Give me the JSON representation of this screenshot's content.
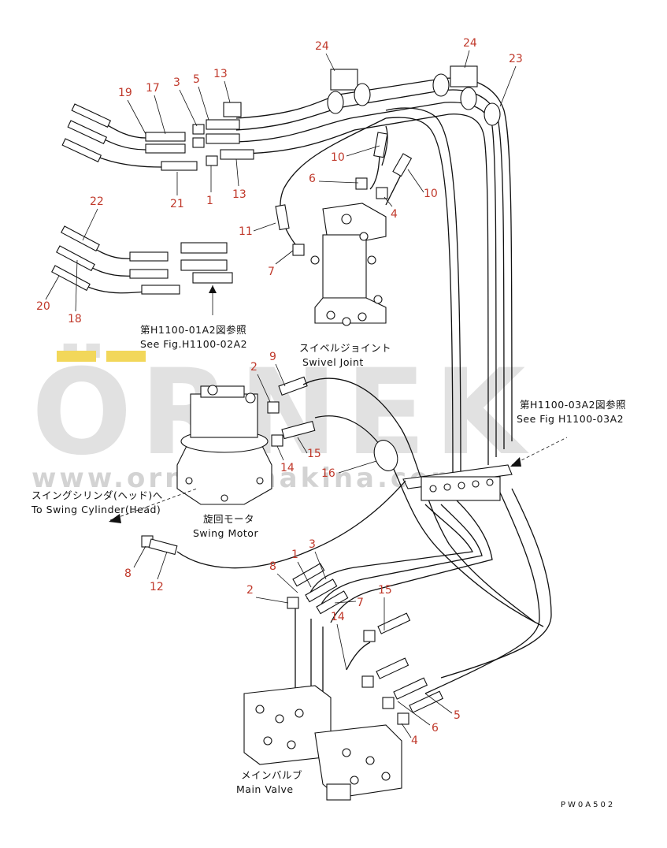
{
  "watermark": {
    "brand": "ÖRNEK",
    "url": "www.orneksmakina.com.tr",
    "accent": "#f2d75a"
  },
  "drawing_code": "PW0A502",
  "components": {
    "swivel_joint": {
      "jp": "スイベルジョイント",
      "en": "Swivel Joint"
    },
    "swing_motor": {
      "jp": "旋回モータ",
      "en": "Swing Motor"
    },
    "main_valve": {
      "jp": "メインバルブ",
      "en": "Main Valve"
    },
    "swing_cylinder": {
      "jp": "スイングシリンダ(ヘッド)へ",
      "en": "To Swing Cylinder(Head)"
    }
  },
  "refs": {
    "fig_01A2": {
      "jp": "第H1100-01A2図参照",
      "en": "See Fig.H1100-02A2"
    },
    "fig_03A2": {
      "jp": "第H1100-03A2図参照",
      "en": "See Fig H1100-03A2"
    }
  },
  "callouts": [
    "24",
    "24",
    "23",
    "19",
    "17",
    "3",
    "5",
    "13",
    "10",
    "6",
    "10",
    "4",
    "21",
    "1",
    "13",
    "22",
    "11",
    "7",
    "20",
    "18",
    "2",
    "9",
    "15",
    "14",
    "16",
    "8",
    "12",
    "8",
    "1",
    "3",
    "2",
    "7",
    "15",
    "14",
    "5",
    "6",
    "4"
  ]
}
